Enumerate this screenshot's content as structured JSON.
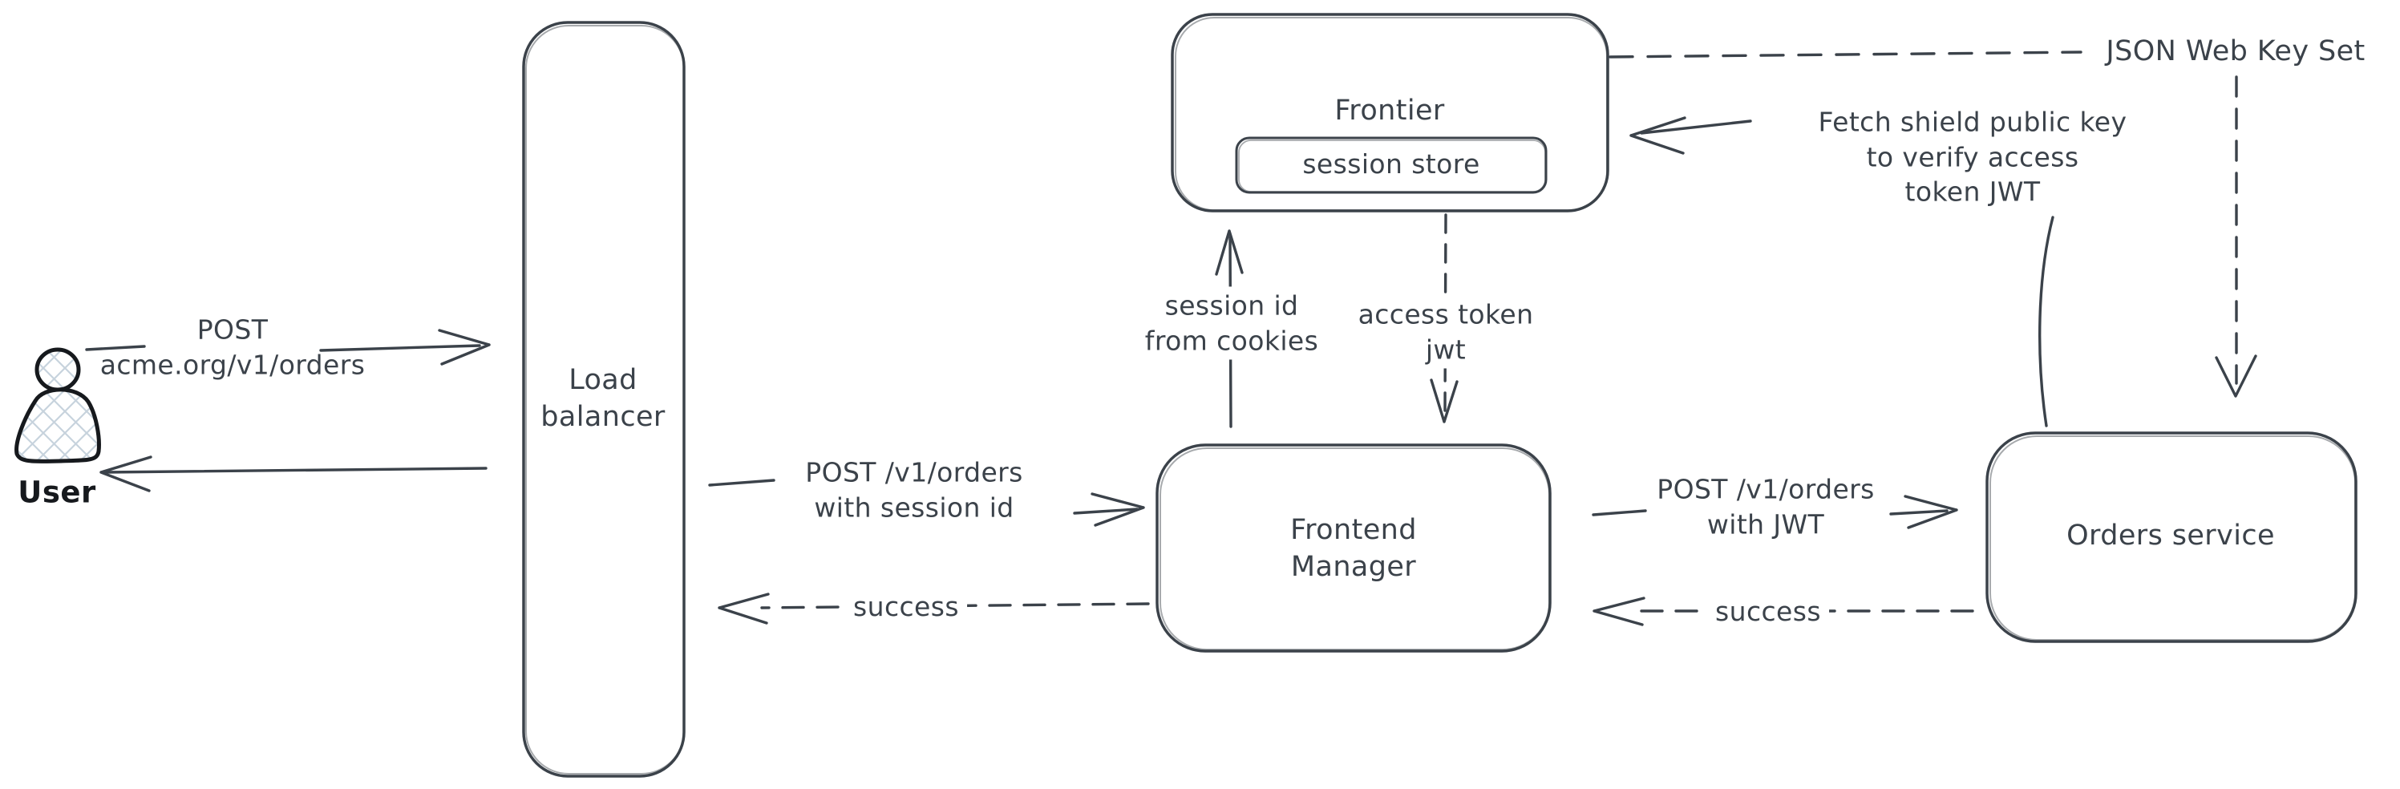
{
  "diagram": {
    "title": "Authentication / request flow diagram",
    "colors": {
      "background": "#ffffff",
      "stroke": "#3b424a",
      "user_stroke": "#16191d",
      "hatch_fill_lines": "#c7d3dd"
    },
    "nodes": {
      "user": {
        "label": "User"
      },
      "load_balancer": {
        "line1": "Load",
        "line2": "balancer"
      },
      "frontier": {
        "label": "Frontier"
      },
      "session_store": {
        "label": "session store"
      },
      "frontend_manager": {
        "line1": "Frontend",
        "line2": "Manager"
      },
      "orders_service": {
        "label": "Orders service"
      }
    },
    "edges": {
      "user_post": {
        "line1": "POST",
        "line2": "acme.org/v1/orders"
      },
      "lb_post": {
        "line1": "POST /v1/orders",
        "line2": "with session id"
      },
      "lb_success": {
        "label": "success"
      },
      "session_id": {
        "line1": "session id",
        "line2": "from cookies"
      },
      "access_token": {
        "line1": "access token",
        "line2": "jwt"
      },
      "orders_post": {
        "line1": "POST /v1/orders",
        "line2": "with JWT"
      },
      "orders_success": {
        "label": "success"
      },
      "fetch_key": {
        "line1": "Fetch shield public key",
        "line2": "to verify access",
        "line3": "token JWT"
      },
      "jwks": {
        "label": "JSON Web Key Set"
      }
    }
  }
}
